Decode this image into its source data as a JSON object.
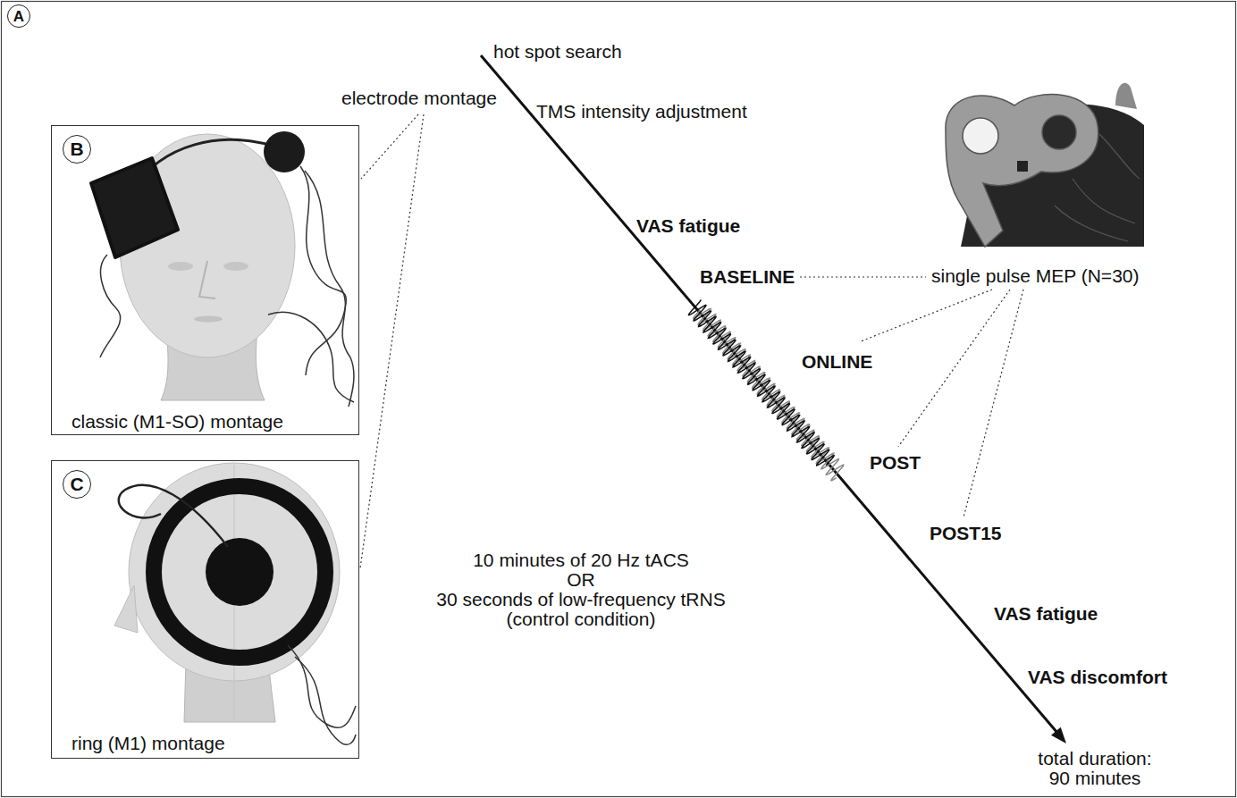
{
  "diagram": {
    "nodes": [
      {
        "text": [
          "A"
        ]
      },
      {
        "text": [
          "classic (M1-SO) montage"
        ]
      },
      {
        "text": [
          "B"
        ],
        "in": 1
      },
      {
        "text": [
          "ring (M1) montage"
        ]
      },
      {
        "text": [
          "C"
        ],
        "in": 3
      }
    ],
    "labels": [
      "hot spot search",
      "electrode montage",
      "TMS intensity adjustment",
      "VAS fatigue",
      "BASELINE",
      "single pulse MEP (N=30)",
      "ONLINE",
      "POST",
      "POST15",
      "10 minutes of 20 Hz tACS",
      "OR",
      "30 seconds of low-frequency tRNS",
      "(control condition)",
      "VAS fatigue",
      "VAS discomfort",
      "total duration: 90 minutes"
    ]
  }
}
